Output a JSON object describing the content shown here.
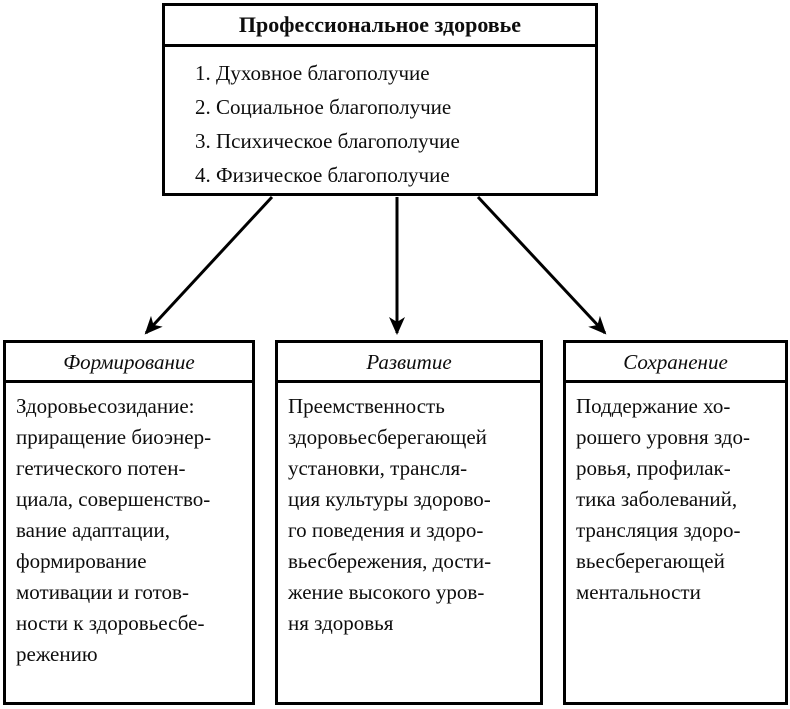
{
  "diagram": {
    "top_box": {
      "title": "Профессиональное здоровье",
      "items": [
        "1. Духовное благополучие",
        "2. Социальное благополучие",
        "3. Психическое благополучие",
        "4. Физическое благополучие"
      ]
    },
    "columns": [
      {
        "title": "Формирование",
        "text": "Здоровьесозидание:\nприращение биоэнер-\nгетического потен-\nциала, совершенство-\nвание адаптации,\nформирование\nмотивации и готов-\nности к здоровьесбе-\nрежению"
      },
      {
        "title": "Развитие",
        "text": "Преемственность\nздоровьесберегающей\nустановки, трансля-\nция культуры здорово-\nго поведения и здоро-\nвьесбережения, дости-\nжение высокого уров-\nня здоровья"
      },
      {
        "title": "Сохранение",
        "text": "Поддержание хо-\nрошего уровня здо-\nровья, профилак-\nтика заболеваний,\nтрансляция здоро-\nвьесберегающей\nментальности"
      }
    ],
    "colors": {
      "line": "#000000",
      "background": "#ffffff",
      "text": "#0d0d0d"
    }
  }
}
